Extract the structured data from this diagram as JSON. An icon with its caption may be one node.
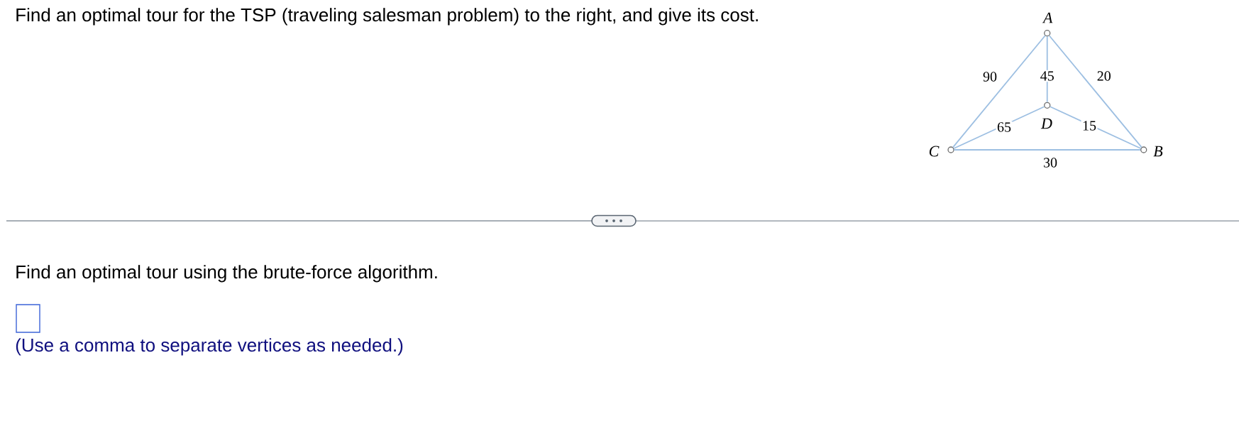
{
  "diagram": {
    "nodes": [
      {
        "text": [],
        "shape": "circle",
        "beside": [
          "A"
        ]
      },
      {
        "text": [],
        "shape": "circle",
        "beside": [
          "D"
        ]
      },
      {
        "text": [],
        "shape": "circle",
        "beside": [
          "C"
        ]
      },
      {
        "text": [],
        "shape": "circle",
        "beside": [
          "B"
        ]
      }
    ],
    "edges": [
      {
        "from": 0,
        "to": 2,
        "arrow": "none",
        "label": "90"
      },
      {
        "from": 0,
        "to": 1,
        "arrow": "none",
        "label": "45"
      },
      {
        "from": 0,
        "to": 3,
        "arrow": "none",
        "label": "20"
      },
      {
        "from": 1,
        "to": 2,
        "arrow": "none",
        "label": "65"
      },
      {
        "from": 1,
        "to": 3,
        "arrow": "none",
        "label": "15"
      },
      {
        "from": 2,
        "to": 3,
        "arrow": "none",
        "label": "30"
      }
    ],
    "labels": [
      "Find an optimal tour for the TSP (traveling salesman problem) to the right, and give its cost.",
      "Find an optimal tour using the brute-force algorithm.",
      "(Use a comma to separate vertices as needed.)"
    ]
  }
}
